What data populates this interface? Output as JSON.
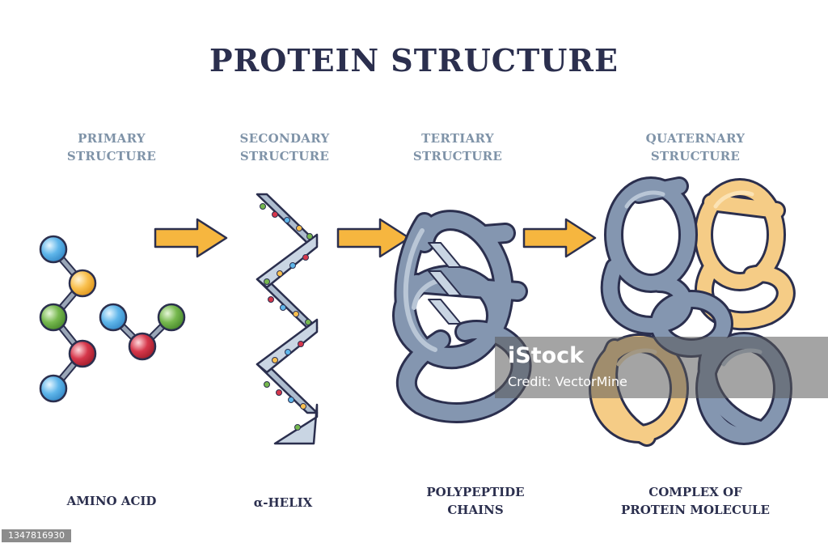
{
  "title": "PROTEIN STRUCTURE",
  "stages": [
    {
      "heading_line1": "PRIMARY",
      "heading_line2": "STRUCTURE",
      "caption_line1": "AMINO ACID",
      "caption_line2": ""
    },
    {
      "heading_line1": "SECONDARY",
      "heading_line2": "STRUCTURE",
      "caption_line1": "α-HELIX",
      "caption_line2": ""
    },
    {
      "heading_line1": "TERTIARY",
      "heading_line2": "STRUCTURE",
      "caption_line1": "POLYPEPTIDE",
      "caption_line2": "CHAINS"
    },
    {
      "heading_line1": "QUATERNARY",
      "heading_line2": "STRUCTURE",
      "caption_line1": "COMPLEX OF",
      "caption_line2": "PROTEIN MOLECULE"
    }
  ],
  "watermark": {
    "brand": "iStock",
    "credit": "Credit: VectorMine"
  },
  "stock_id": "1347816930",
  "colors": {
    "title": "#2b2f4e",
    "heading": "#7f93a8",
    "arrow": "#f6b63f",
    "chain_blue": "#8496b0",
    "chain_yellow": "#f5cc86",
    "atom_blue": "#5fb6ea",
    "atom_orange": "#f9c04e",
    "atom_green": "#76b84e",
    "atom_red": "#d6374b"
  }
}
